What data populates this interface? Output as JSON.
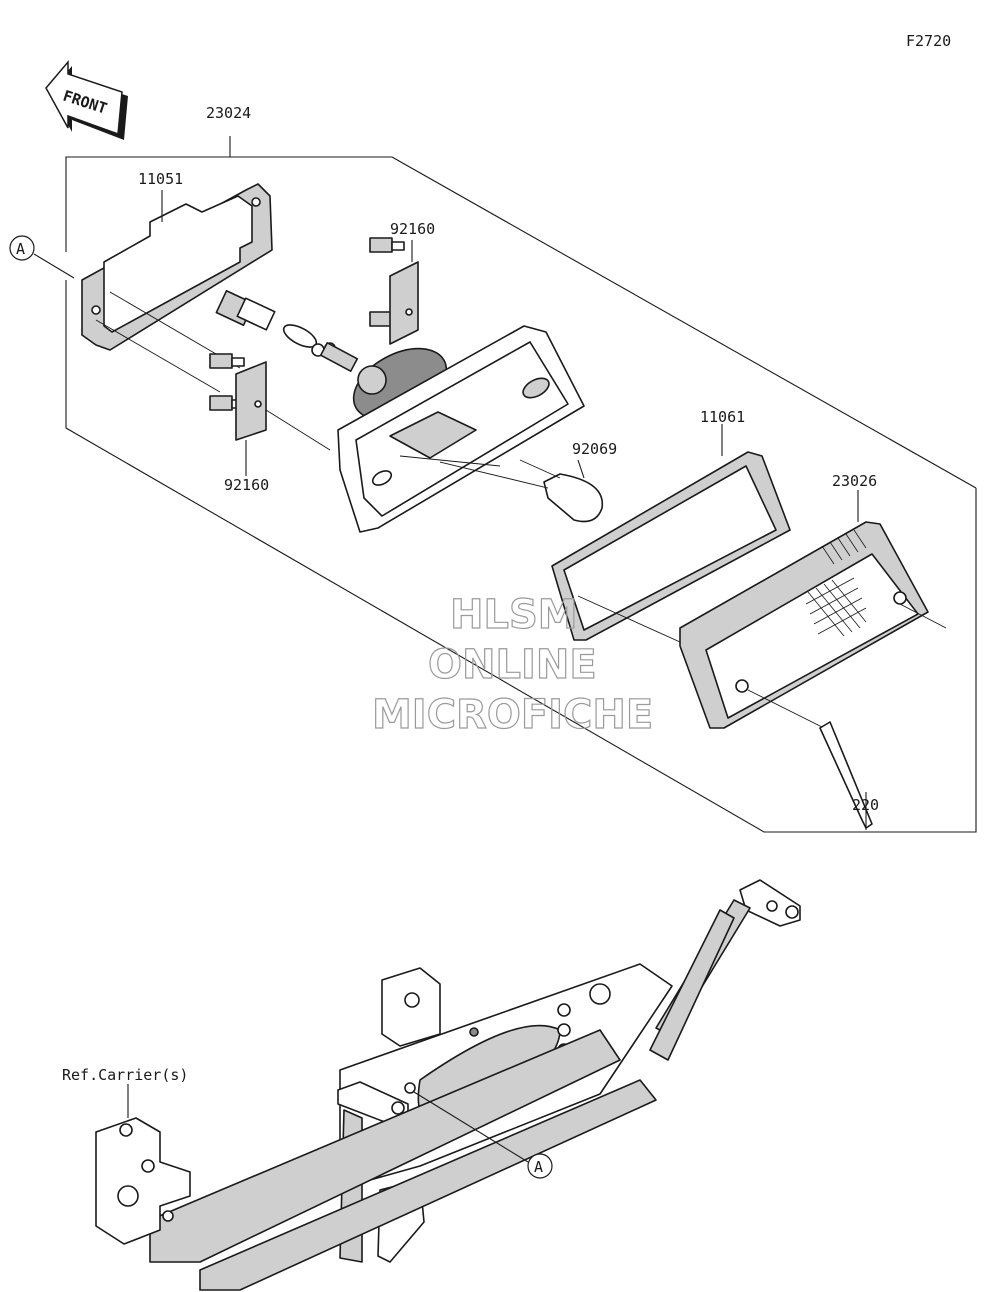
{
  "figure_code": "F2720",
  "front_label": "FRONT",
  "callouts": {
    "assembly": "23024",
    "gasket": "11051",
    "socket_upper": "92160",
    "socket_lower": "92160",
    "bulb": "92069",
    "lens_gasket": "11061",
    "lens": "23026",
    "screw": "220",
    "ref_carrier": "Ref.Carrier(s)",
    "ref_a_top": "A",
    "ref_a_bottom": "A"
  },
  "watermark": {
    "line1": "HLSM",
    "line2": "ONLINE",
    "line3": "MICROFICHE"
  }
}
